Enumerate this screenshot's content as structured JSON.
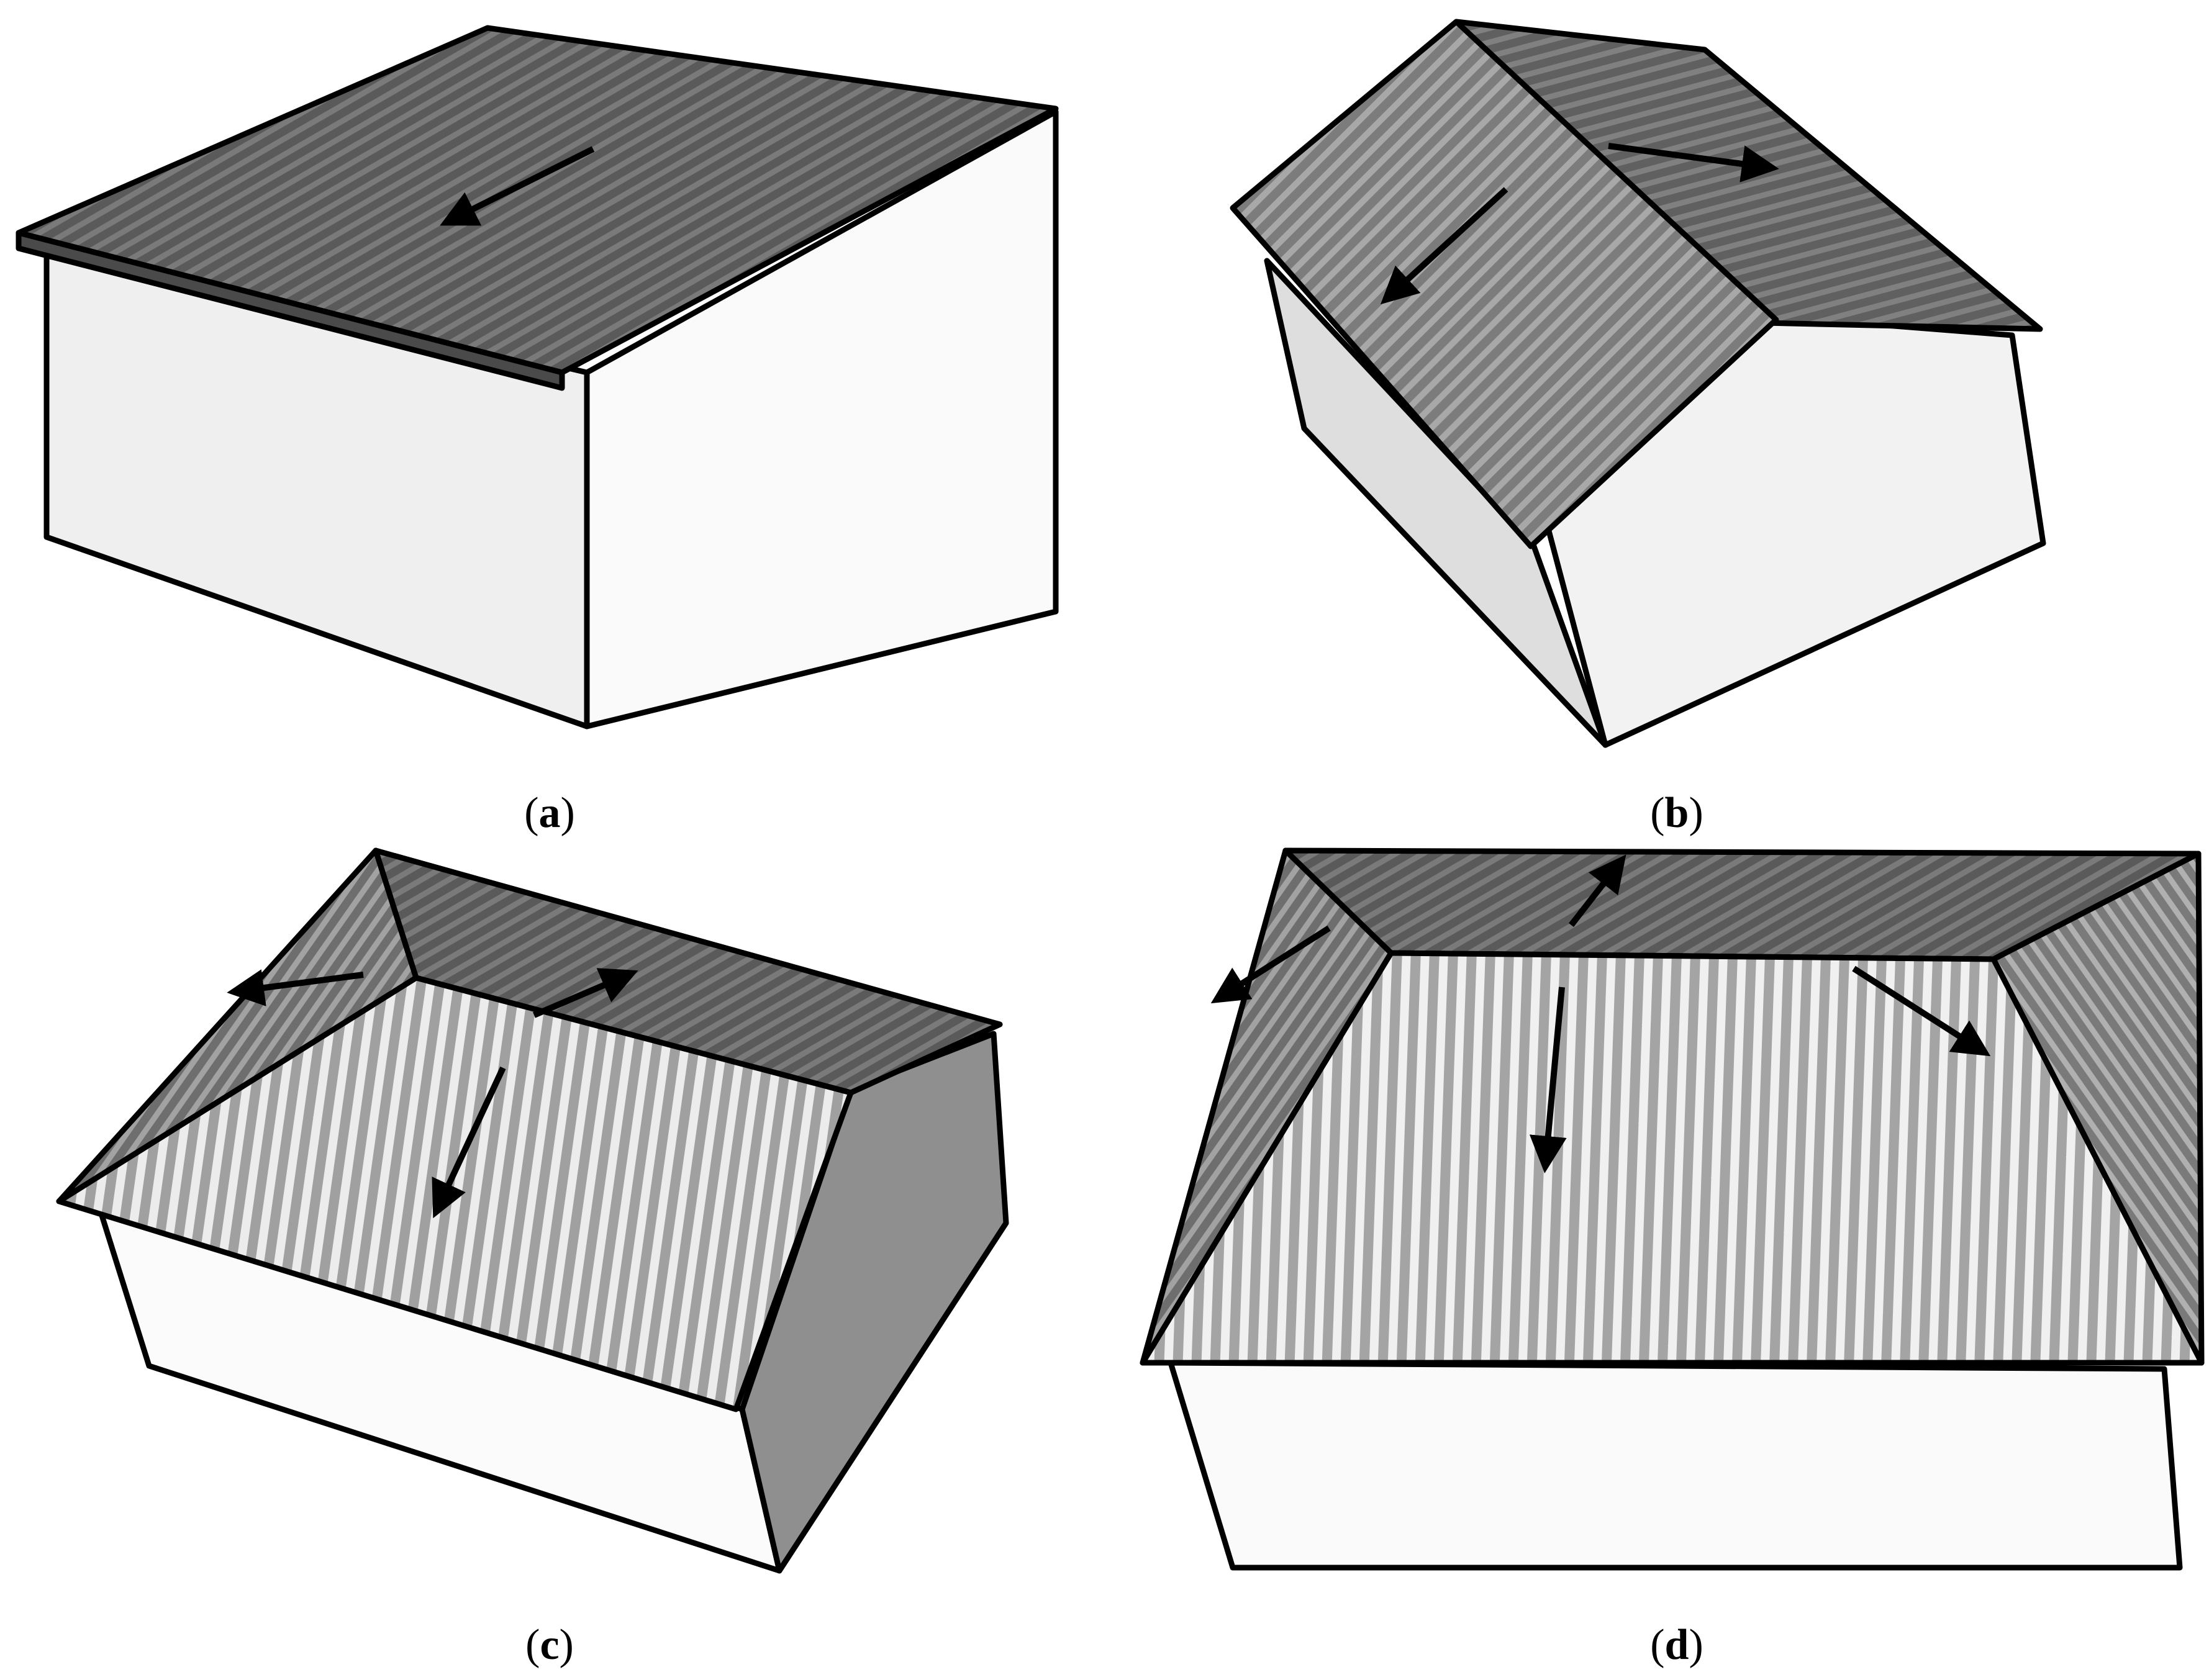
{
  "panels": [
    {
      "id": "a",
      "open": "(",
      "letter": "a",
      "close": ")",
      "roof_type": "shed roof",
      "arrows": 1
    },
    {
      "id": "b",
      "open": "(",
      "letter": "b",
      "close": ")",
      "roof_type": "gable roof",
      "arrows": 2
    },
    {
      "id": "c",
      "open": "(",
      "letter": "c",
      "close": ")",
      "roof_type": "hipped roof",
      "arrows": 3
    },
    {
      "id": "d",
      "open": "(",
      "letter": "d",
      "close": ")",
      "roof_type": "hipped roof (wide)",
      "arrows": 4
    }
  ],
  "colors": {
    "background": "#ffffff",
    "outline": "#000000",
    "wall_light": "#f4f4f4",
    "wall_shade": "#dcdcdc",
    "wall_dark": "#8f8f8f",
    "roof_dark": "#5e5e5e",
    "roof_mid": "#8a8a8a",
    "roof_light": "#c8c8c8",
    "arrow": "#000000"
  }
}
